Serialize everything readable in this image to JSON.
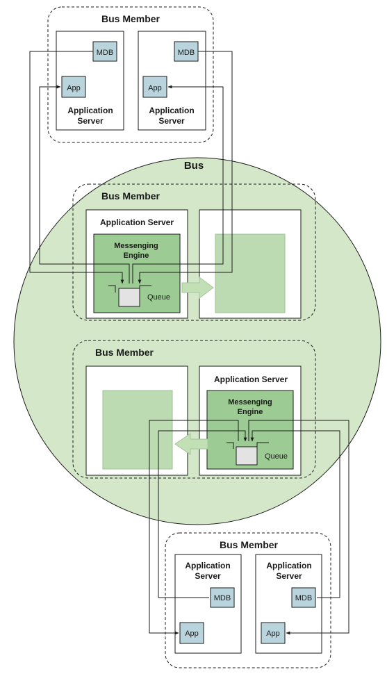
{
  "labels": {
    "bus": "Bus",
    "bus_member": "Bus Member",
    "application_server": "Application Server",
    "application": "Application",
    "server": "Server",
    "messenging_engine_line1": "Messenging",
    "messenging_engine_line2": "Engine",
    "queue": "Queue",
    "mdb": "MDB",
    "app": "App"
  },
  "colors": {
    "bus_fill": "#d4e8c9",
    "engine_fill": "#9ccc93",
    "standby_fill": "#bddbb2",
    "component_fill": "#b9d4dc",
    "queue_fill": "#e3e3e3",
    "arrow_fill": "#c2dfb6",
    "stroke": "#1a1a1a"
  }
}
